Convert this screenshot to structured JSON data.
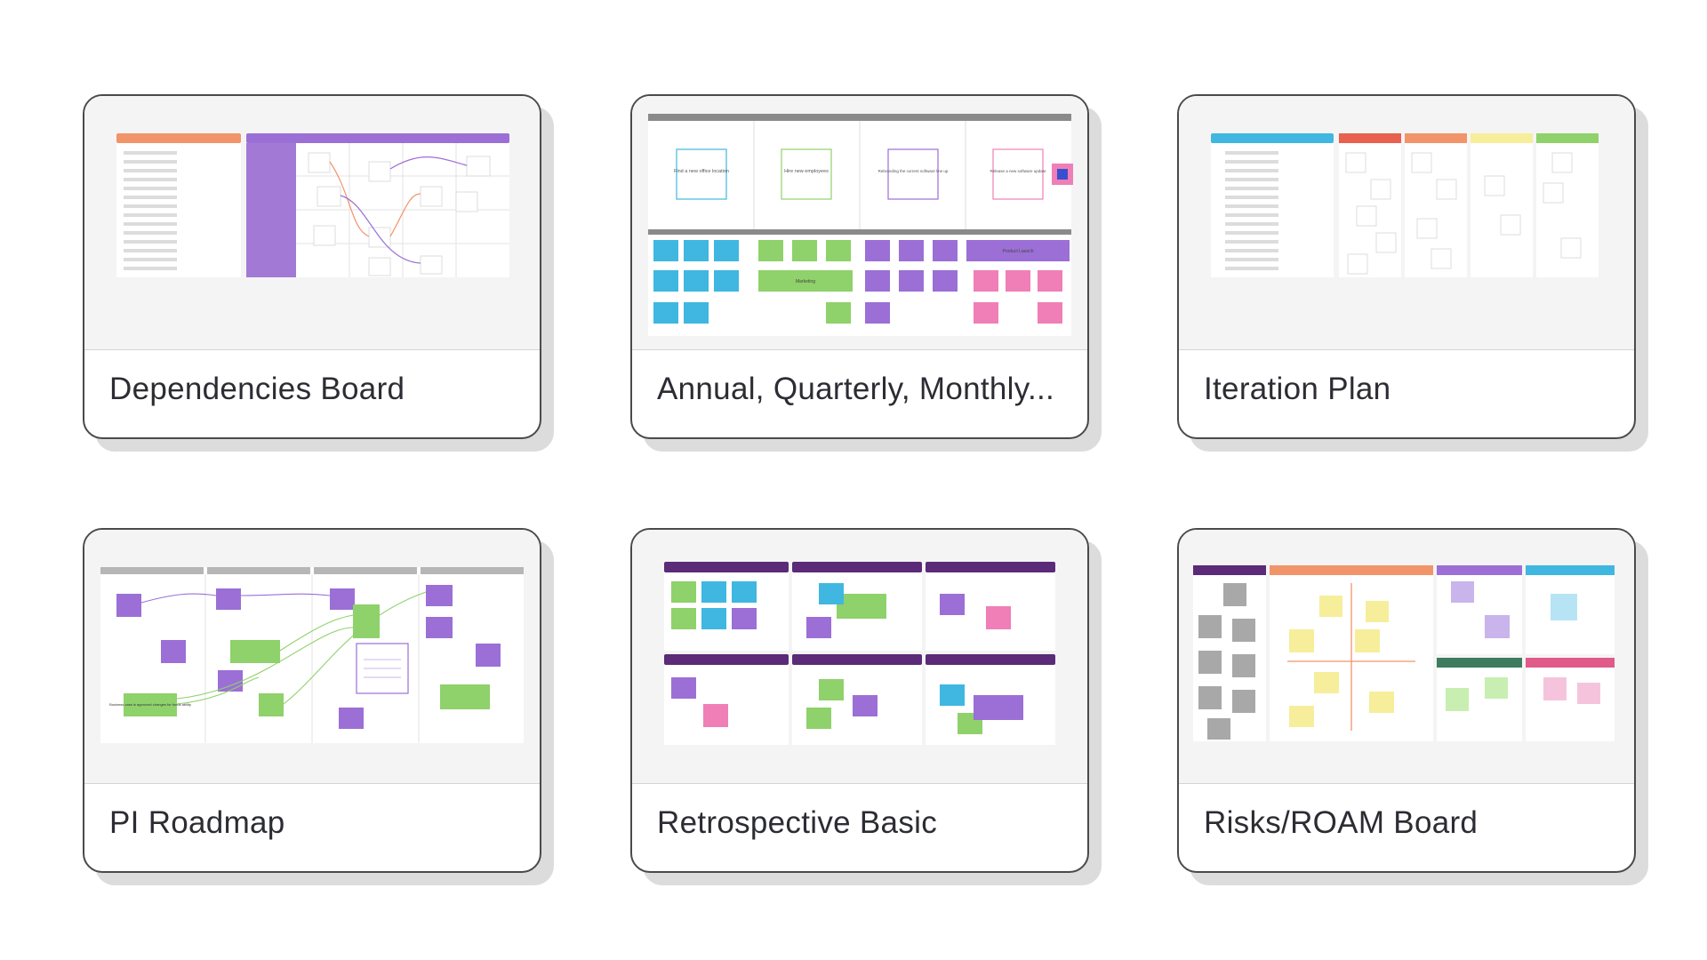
{
  "templates": [
    {
      "title": "Dependencies Board"
    },
    {
      "title": "Annual, Quarterly, Monthly..."
    },
    {
      "title": "Iteration Plan"
    },
    {
      "title": "PI Roadmap"
    },
    {
      "title": "Retrospective Basic"
    },
    {
      "title": "Risks/ROAM Board"
    }
  ],
  "preview_text": {
    "annual_goals": [
      "Find a new office location",
      "Hire new employees",
      "Rebranding the current software line up",
      "Release a new software update"
    ],
    "annual_banners": [
      "Marketing",
      "Product Launch"
    ],
    "pi_note": "Business case is approved changes for funds ability"
  },
  "colors": {
    "purple": "#9b6fd6",
    "dark_purple": "#5b2a78",
    "orange": "#f2946a",
    "blue": "#3fb7e0",
    "green": "#8fd16a",
    "pink": "#ef7fb6",
    "yellow": "#f6ee9a",
    "teal_dark": "#3e7b5f",
    "red": "#e8604f",
    "gray": "#a8a8a8"
  }
}
